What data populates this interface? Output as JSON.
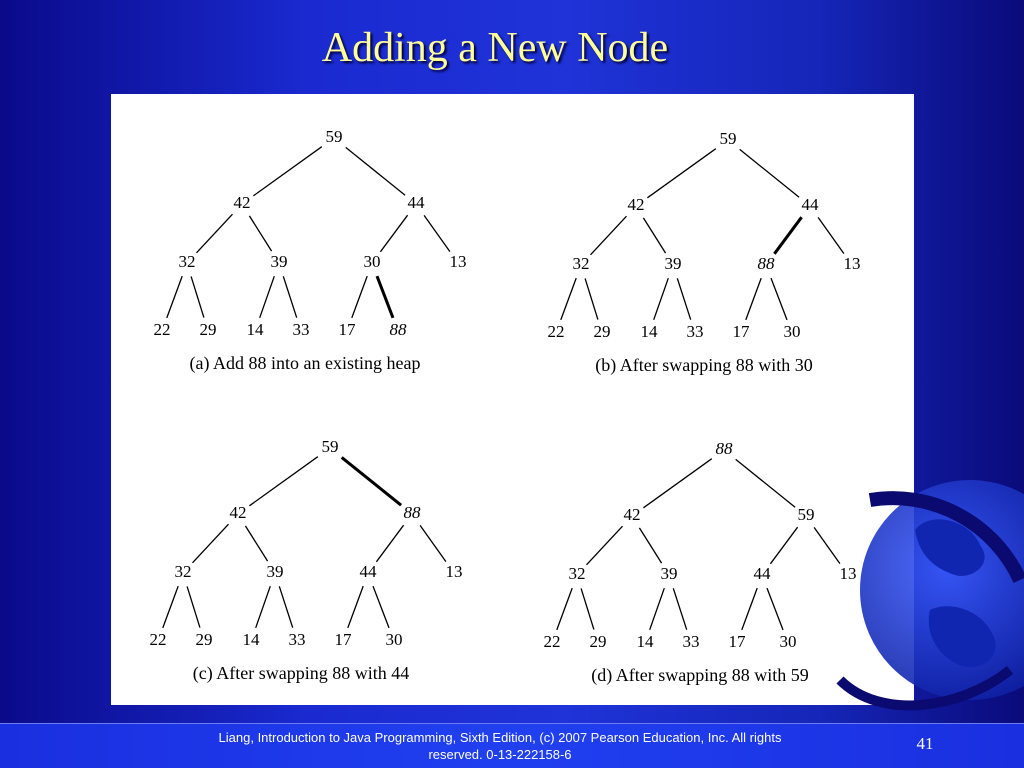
{
  "slide": {
    "title": "Adding a New Node",
    "footer": "Liang, Introduction to Java Programming, Sixth Edition, (c) 2007 Pearson Education, Inc. All rights reserved. 0-13-222158-6",
    "page_number": "41"
  },
  "diagrams": [
    {
      "caption": "(a) Add 88 into an existing heap",
      "nodes": [
        "59",
        "42",
        "44",
        "32",
        "39",
        "30",
        "13",
        "22",
        "29",
        "14",
        "33",
        "17",
        "88"
      ],
      "italic_node": 12,
      "bold_edge": [
        5,
        12
      ]
    },
    {
      "caption": "(b) After swapping 88 with 30",
      "nodes": [
        "59",
        "42",
        "44",
        "32",
        "39",
        "88",
        "13",
        "22",
        "29",
        "14",
        "33",
        "17",
        "30"
      ],
      "italic_node": 5,
      "bold_edge": [
        2,
        5
      ]
    },
    {
      "caption": "(c) After swapping 88 with 44",
      "nodes": [
        "59",
        "42",
        "88",
        "32",
        "39",
        "44",
        "13",
        "22",
        "29",
        "14",
        "33",
        "17",
        "30"
      ],
      "italic_node": 2,
      "bold_edge": [
        0,
        2
      ]
    },
    {
      "caption": "(d) After swapping 88 with 59",
      "nodes": [
        "88",
        "42",
        "59",
        "32",
        "39",
        "44",
        "13",
        "22",
        "29",
        "14",
        "33",
        "17",
        "30"
      ],
      "italic_node": 0,
      "bold_edge": null
    }
  ],
  "colors": {
    "title": "#ffff99",
    "background": "#1f33d8",
    "panel": "#ffffff",
    "ink": "#000000"
  },
  "icons": [
    "globe-icon"
  ]
}
